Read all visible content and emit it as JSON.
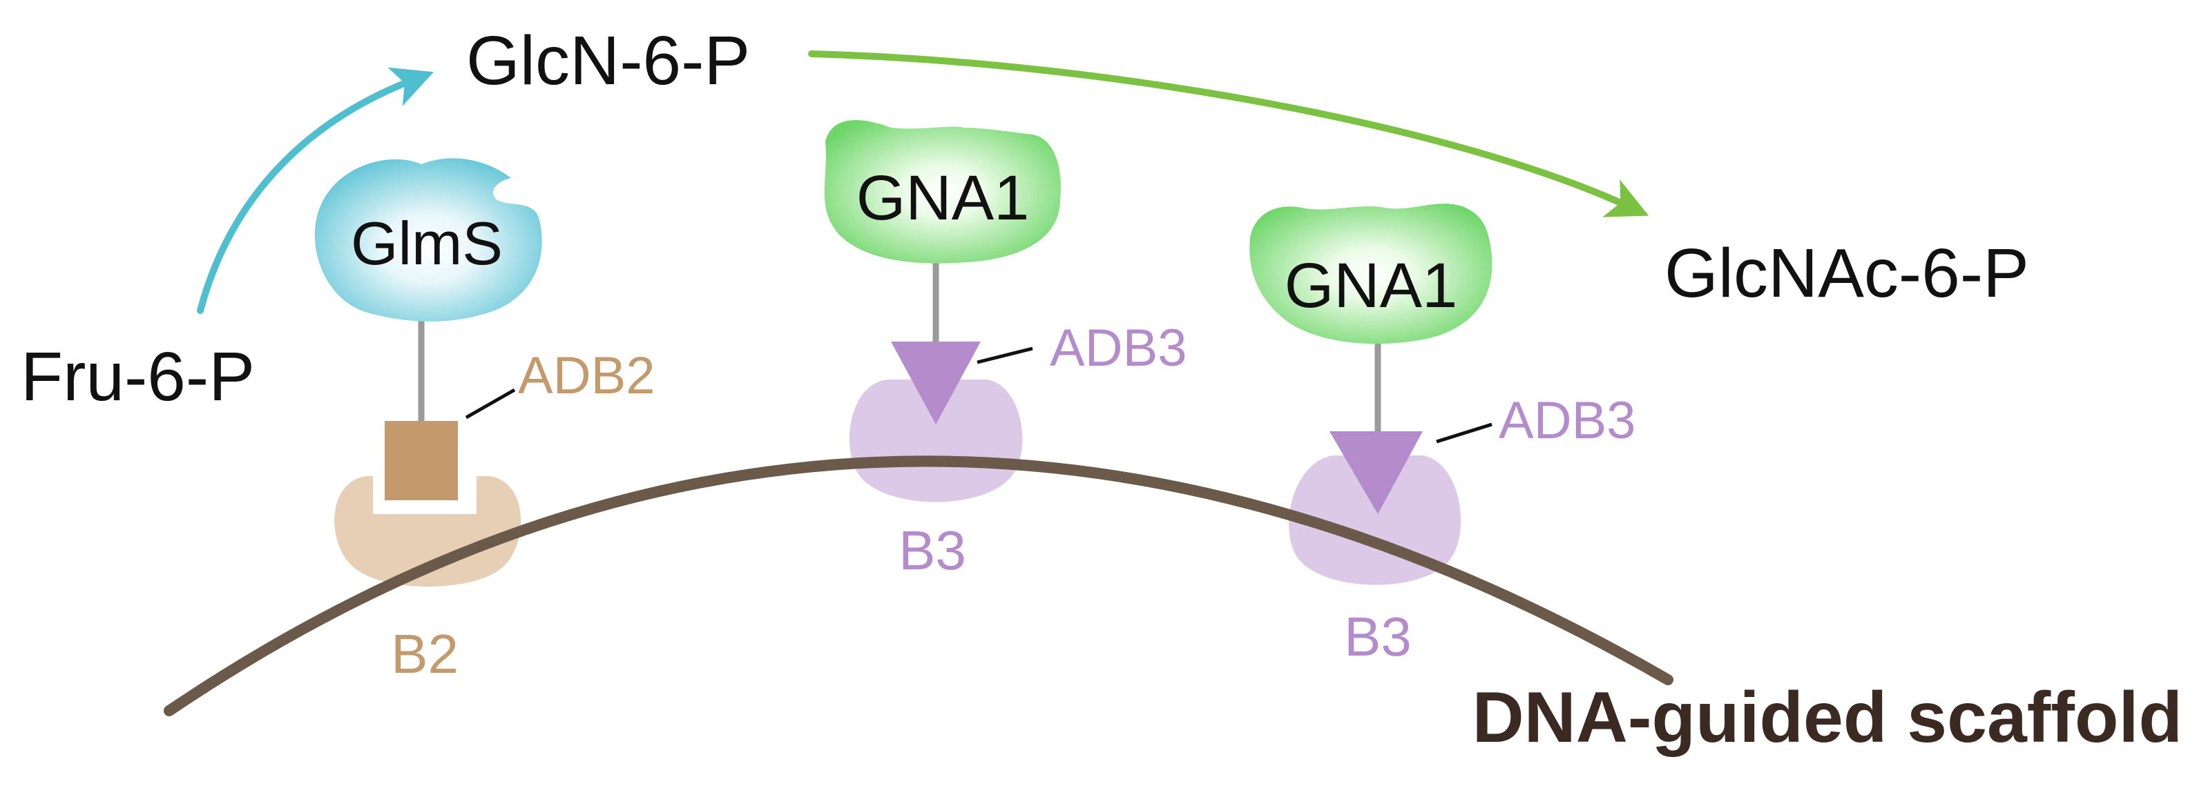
{
  "labels": {
    "fru6p": "Fru-6-P",
    "glcn6p": "GlcN-6-P",
    "glcnac6p": "GlcNAc-6-P",
    "glms": "GlmS",
    "gna1_a": "GNA1",
    "gna1_b": "GNA1",
    "adb2": "ADB2",
    "adb3_a": "ADB3",
    "adb3_b": "ADB3",
    "b2": "B2",
    "b3_a": "B3",
    "b3_b": "B3",
    "scaffold": "DNA-guided scaffold"
  },
  "colors": {
    "glms": "#5fc4d6",
    "gna1": "#6fd66a",
    "adb2": "#c49a6c",
    "b2": "#e6cfb4",
    "adb3": "#b48ccb",
    "b3": "#dcc9e8",
    "arrow_step1": "#4fbfcf",
    "arrow_step2": "#7cc242",
    "scaffold": "#6b5a4a",
    "text": "#111111"
  }
}
